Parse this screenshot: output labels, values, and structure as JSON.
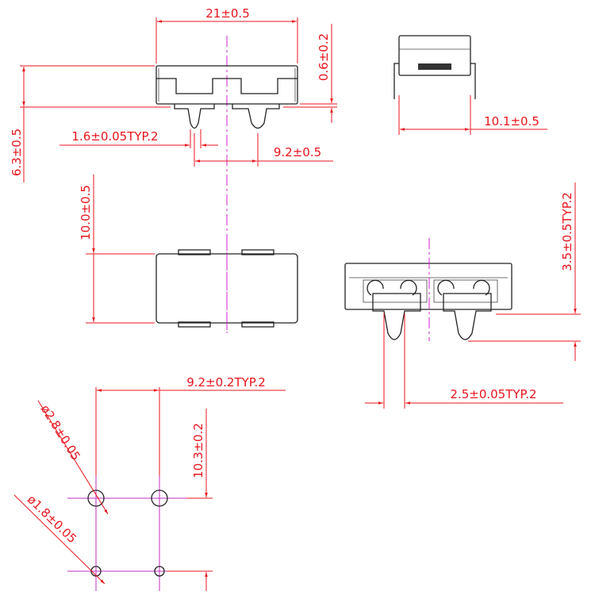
{
  "colors": {
    "dimension": "#e8141c",
    "centerline": "#d020d0",
    "outline": "#222222"
  },
  "front_view": {
    "width_dim": "21±0.5",
    "height_dim": "6.3±0.5",
    "base_dim": "0.6±0.2",
    "pin_width_dim": "1.6±0.05TYP.2",
    "pin_pitch_dim": "9.2±0.5"
  },
  "side_view": {
    "depth_dim": "10.1±0.5"
  },
  "top_view": {
    "depth_dim": "10.0±0.5"
  },
  "end_view": {
    "pin_length_dim": "3.5±0.5TYP.2",
    "pin_thickness_dim": "2.5±0.05TYP.2"
  },
  "footprint": {
    "pitch_x_dim": "9.2±0.2TYP.2",
    "pitch_y_dim": "10.3±0.2",
    "large_hole_dim": "ø2.8±0.05",
    "small_hole_dim": "ø1.8±0.05"
  }
}
